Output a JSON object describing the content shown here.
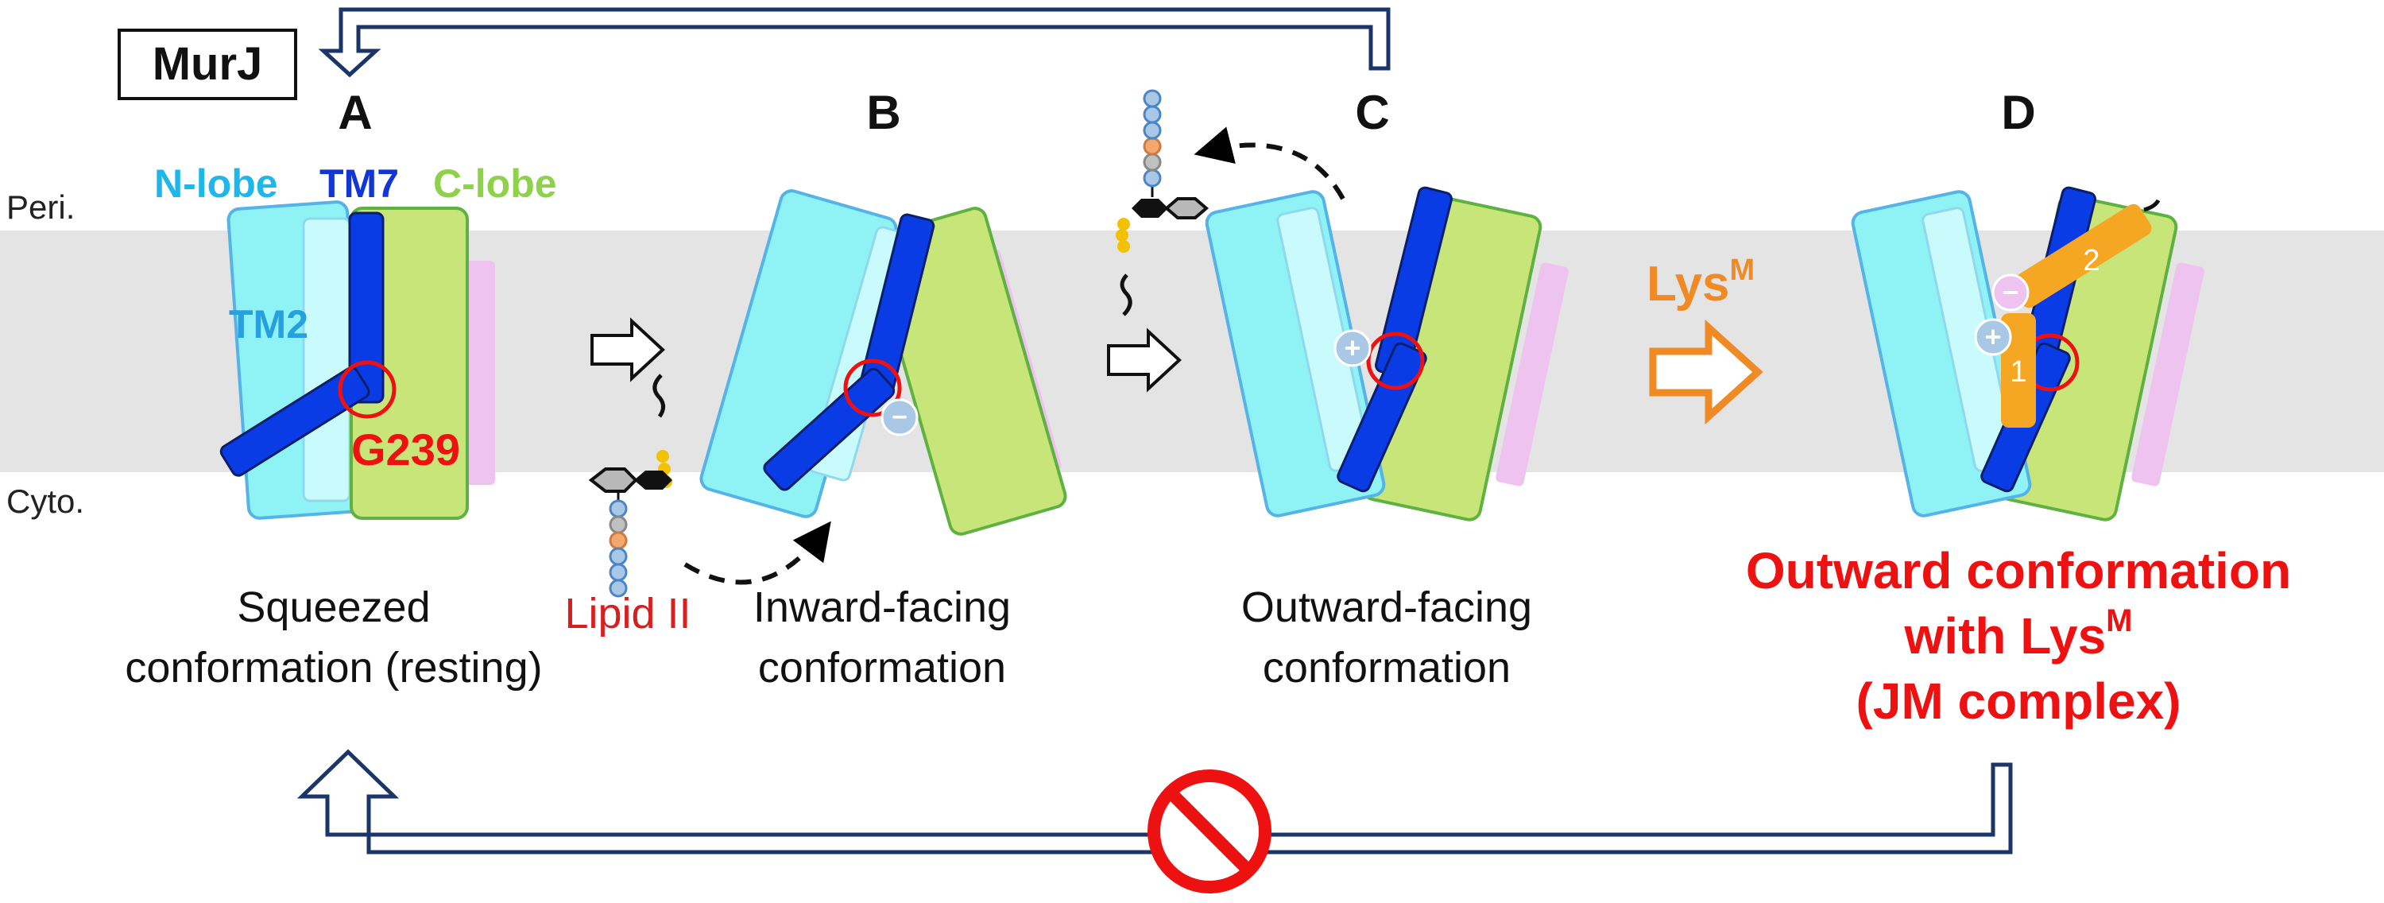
{
  "protein_name": "MurJ",
  "membrane": {
    "periplasm_label": "Peri.",
    "cytoplasm_label": "Cyto."
  },
  "domain_labels": {
    "n_lobe": "N-lobe",
    "tm7": "TM7",
    "c_lobe": "C-lobe",
    "tm2": "TM2",
    "g239": "G239"
  },
  "states": [
    {
      "letter": "A",
      "caption_line1": "Squeezed",
      "caption_line2": "conformation (resting)"
    },
    {
      "letter": "B",
      "caption_line1": "Inward-facing",
      "caption_line2": "conformation"
    },
    {
      "letter": "C",
      "caption_line1": "Outward-facing",
      "caption_line2": "conformation"
    },
    {
      "letter": "D",
      "caption_line1": "Outward conformation",
      "caption_line2": "with Lys",
      "caption_line2_sup": "M",
      "caption_line3": "(JM complex)"
    }
  ],
  "substrate_label": "Lipid II",
  "inhibitor": {
    "name": "Lys",
    "sup": "M",
    "helix1": "1",
    "helix2": "2"
  },
  "charges": {
    "plus": "+",
    "minus": "−"
  },
  "colors": {
    "n_lobe_fill": "#8ff3f5",
    "n_lobe_stroke": "#55b3e8",
    "n_lobe_text": "#1fb6ea",
    "tm7": "#0a3ce6",
    "tm7_text": "#1235d6",
    "c_lobe_fill": "#c8e57a",
    "c_lobe_stroke": "#5fb241",
    "c_lobe_text": "#8ed14a",
    "tm2_text": "#27a0e0",
    "accent_red": "#ee1111",
    "orange": "#f5a623",
    "pink": "#efc3f0",
    "membrane": "#e4e4e4",
    "arrow_navy": "#1c3569"
  }
}
